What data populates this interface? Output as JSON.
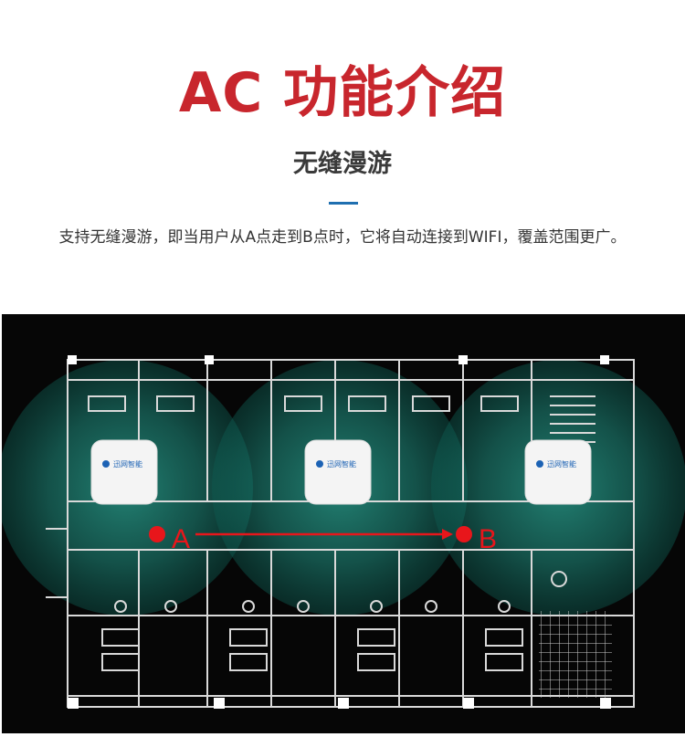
{
  "header": {
    "title": "AC 功能介绍",
    "subtitle": "无缝漫游",
    "description": "支持无缝漫游，即当用户从A点走到B点时，它将自动连接到WIFI，覆盖范围更广。"
  },
  "diagram": {
    "point_a_label": "A",
    "point_b_label": "B",
    "marker_color": "#e8161b",
    "coverage_color": "#2fb7a3",
    "access_points": [
      {
        "logo_text": "迅网智能"
      },
      {
        "logo_text": "迅网智能"
      },
      {
        "logo_text": "迅网智能"
      }
    ]
  }
}
